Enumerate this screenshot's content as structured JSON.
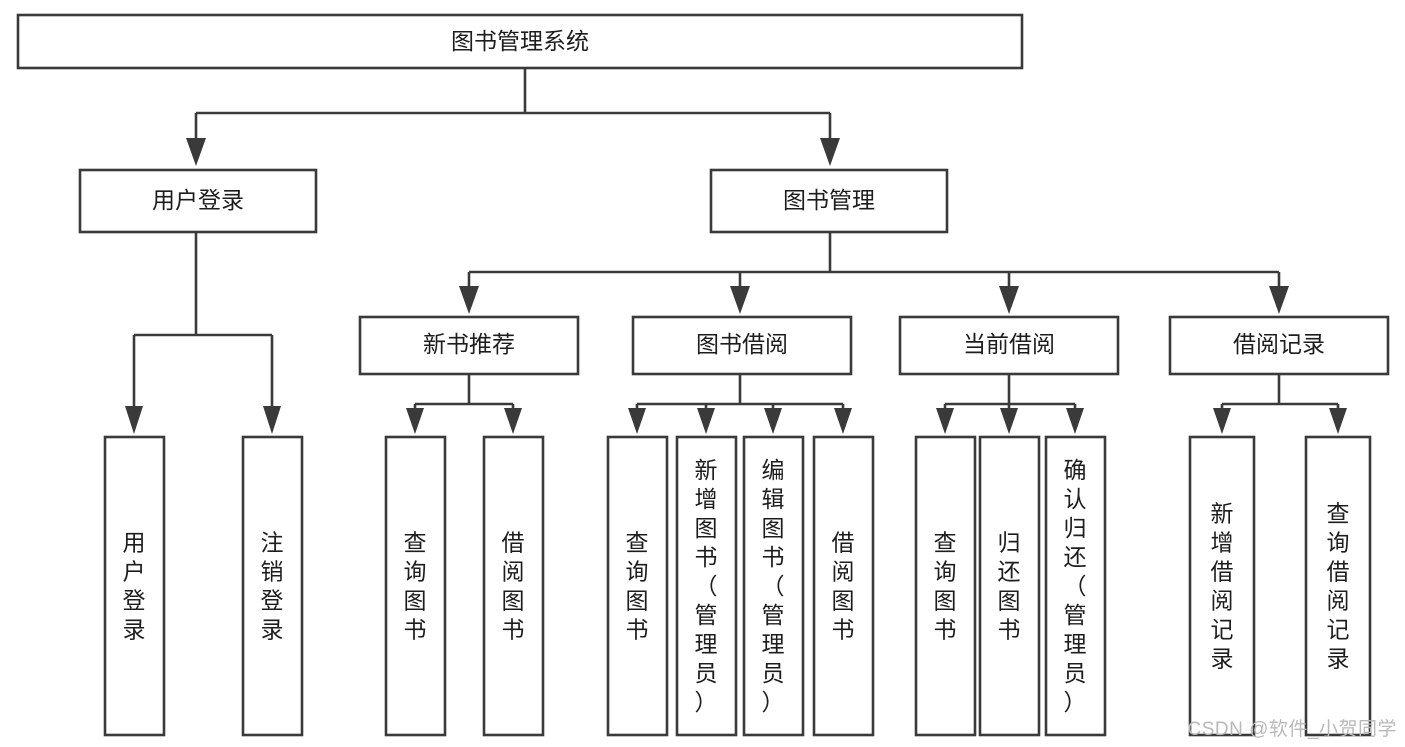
{
  "diagram": {
    "type": "tree-hierarchy-flowchart",
    "title": "图书管理系统",
    "root": {
      "id": "root",
      "label": "图书管理系统",
      "orientation": "horizontal"
    },
    "level2": [
      {
        "id": "user-login",
        "label": "用户登录",
        "orientation": "horizontal"
      },
      {
        "id": "book-management",
        "label": "图书管理",
        "orientation": "horizontal"
      }
    ],
    "level3": [
      {
        "id": "new-book-recommend",
        "label": "新书推荐",
        "orientation": "horizontal",
        "parent": "book-management"
      },
      {
        "id": "book-borrow",
        "label": "图书借阅",
        "orientation": "horizontal",
        "parent": "book-management"
      },
      {
        "id": "current-borrow",
        "label": "当前借阅",
        "orientation": "horizontal",
        "parent": "book-management"
      },
      {
        "id": "borrow-record",
        "label": "借阅记录",
        "orientation": "horizontal",
        "parent": "book-management"
      }
    ],
    "leaves": [
      {
        "id": "leaf-user-login",
        "label": "用户登录",
        "orientation": "vertical",
        "parent": "user-login"
      },
      {
        "id": "leaf-logout-login",
        "label": "注销登录",
        "orientation": "vertical",
        "parent": "user-login"
      },
      {
        "id": "leaf-query-book-1",
        "label": "查询图书",
        "orientation": "vertical",
        "parent": "new-book-recommend"
      },
      {
        "id": "leaf-borrow-book-1",
        "label": "借阅图书",
        "orientation": "vertical",
        "parent": "new-book-recommend"
      },
      {
        "id": "leaf-query-book-2",
        "label": "查询图书",
        "orientation": "vertical",
        "parent": "book-borrow"
      },
      {
        "id": "leaf-add-book-admin",
        "label": "新增图书（管理员）",
        "orientation": "vertical",
        "parent": "book-borrow"
      },
      {
        "id": "leaf-edit-book-admin",
        "label": "编辑图书（管理员）",
        "orientation": "vertical",
        "parent": "book-borrow"
      },
      {
        "id": "leaf-borrow-book-2",
        "label": "借阅图书",
        "orientation": "vertical",
        "parent": "book-borrow"
      },
      {
        "id": "leaf-query-book-3",
        "label": "查询图书",
        "orientation": "vertical",
        "parent": "current-borrow"
      },
      {
        "id": "leaf-return-book",
        "label": "归还图书",
        "orientation": "vertical",
        "parent": "current-borrow"
      },
      {
        "id": "leaf-confirm-return-admin",
        "label": "确认归还（管理员）",
        "orientation": "vertical",
        "parent": "current-borrow"
      },
      {
        "id": "leaf-add-borrow-record",
        "label": "新增借阅记录",
        "orientation": "vertical",
        "parent": "borrow-record"
      },
      {
        "id": "leaf-query-borrow-record",
        "label": "查询借阅记录",
        "orientation": "vertical",
        "parent": "borrow-record"
      }
    ],
    "colors": {
      "box_stroke": "#3a3a3a",
      "box_fill": "#ffffff",
      "text": "#1d1d1d",
      "connector": "#3a3a3a",
      "watermark": "#b9b9b9",
      "background": "#ffffff"
    }
  },
  "watermark": {
    "text": "CSDN @软件_小贺同学"
  }
}
